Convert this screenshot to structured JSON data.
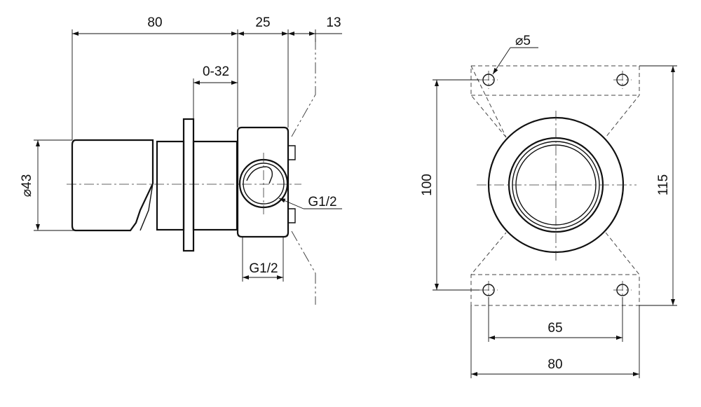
{
  "side_view": {
    "dim_total_length": "80",
    "dim_body_depth": "25",
    "dim_wall_offset": "13",
    "dim_adjust_range": "0-32",
    "dim_handle_diameter": "⌀43",
    "label_outlet_thread": "G1/2",
    "label_inlet_thread": "G1/2"
  },
  "front_view": {
    "dim_hole_diameter": "⌀5",
    "dim_height_inner": "100",
    "dim_height_outer": "115",
    "dim_hole_spacing": "65",
    "dim_width": "80"
  },
  "icons": {
    "diameter_symbol": "diameter-icon",
    "arrowhead": "arrowhead-icon"
  }
}
